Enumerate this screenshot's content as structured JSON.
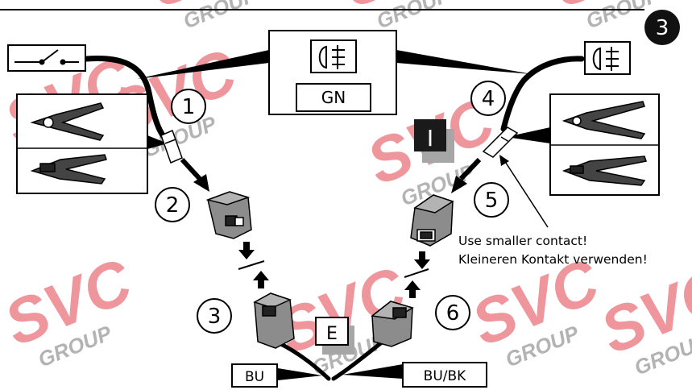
{
  "page": {
    "step_number": "3"
  },
  "watermark": {
    "brand": "SVC",
    "sub": "GROUP"
  },
  "fog_light": {
    "label": "GN",
    "icon": "fog-light-icon"
  },
  "switch": {
    "icon": "switch-icon"
  },
  "steps": [
    "1",
    "2",
    "3",
    "4",
    "5",
    "6"
  ],
  "markers": {
    "inner": "I",
    "outer": "E"
  },
  "note": {
    "line1": "Use smaller contact!",
    "line2": "Kleineren Kontakt verwenden!"
  },
  "wires": {
    "left": "BU",
    "right": "BU/BK"
  },
  "colors": {
    "watermark": "#e8737b",
    "ink": "#000000",
    "shadow": "#a6a6a6"
  }
}
